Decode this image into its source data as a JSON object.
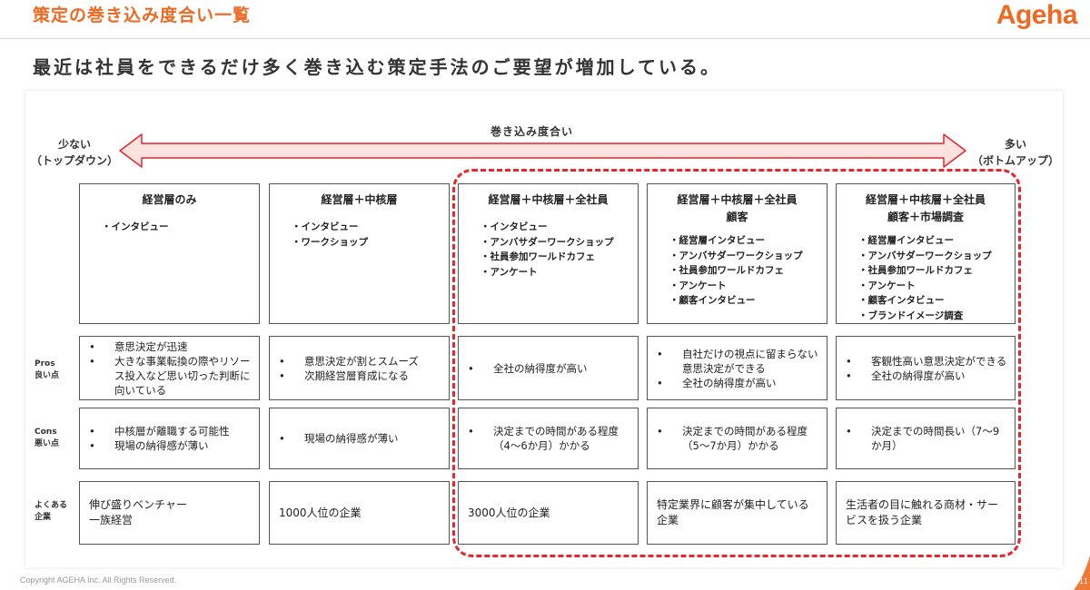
{
  "header": {
    "title": "策定の巻き込み度合い一覧",
    "logo": "Ageha"
  },
  "subtitle": "最近は社員をできるだけ多く巻き込む策定手法のご要望が増加している。",
  "scale": {
    "label": "巻き込み度合い",
    "left_line1": "少ない",
    "left_line2": "（トップダウン）",
    "right_line1": "多い",
    "right_line2": "（ボトムアップ）",
    "arrow_color": "#e8252a",
    "arrow_fill": "#fde3df"
  },
  "row_labels": {
    "pros_1": "Pros",
    "pros_2": "良い点",
    "cons_1": "Cons",
    "cons_2": "悪い点",
    "typical_1": "よくある",
    "typical_2": "企業"
  },
  "columns": [
    {
      "title_1": "経営層のみ",
      "title_2": "",
      "items": [
        "インタビュー"
      ],
      "pros": [
        "意思決定が迅速",
        "大きな事業転換の際やリソース投入など思い切った判断に向いている"
      ],
      "cons": [
        "中核層が離職する可能性",
        "現場の納得感が薄い"
      ],
      "typical": "伸び盛りベンチャー\n一族経営"
    },
    {
      "title_1": "経営層＋中核層",
      "title_2": "",
      "items": [
        "インタビュー",
        "ワークショップ"
      ],
      "pros": [
        "意思決定が割とスムーズ",
        "次期経営層育成になる"
      ],
      "cons": [
        "現場の納得感が薄い"
      ],
      "typical": "1000人位の企業"
    },
    {
      "title_1": "経営層＋中核層＋全社員",
      "title_2": "",
      "items": [
        "インタビュー",
        "アンバサダーワークショップ",
        "社員参加ワールドカフェ",
        "アンケート"
      ],
      "pros": [
        "全社の納得度が高い"
      ],
      "cons": [
        "決定までの時間がある程度（4～6か月）かかる"
      ],
      "typical": "3000人位の企業"
    },
    {
      "title_1": "経営層＋中核層＋全社員",
      "title_2": "顧客",
      "items": [
        "経営層インタビュー",
        "アンバサダーワークショップ",
        "社員参加ワールドカフェ",
        "アンケート",
        "顧客インタビュー"
      ],
      "pros": [
        "自社だけの視点に留まらない意思決定ができる",
        "全社の納得度が高い"
      ],
      "cons": [
        "決定までの時間がある程度（5～7か月）かかる"
      ],
      "typical": "特定業界に顧客が集中している企業"
    },
    {
      "title_1": "経営層＋中核層＋全社員",
      "title_2": "顧客＋市場調査",
      "items": [
        "経営層インタビュー",
        "アンバサダーワークショップ",
        "社員参加ワールドカフェ",
        "アンケート",
        "顧客インタビュー",
        "ブランドイメージ調査"
      ],
      "pros": [
        "客観性高い意思決定ができる",
        "全社の納得度が高い"
      ],
      "cons": [
        "決定までの時間長い（7～9か月）"
      ],
      "typical": "生活者の目に触れる商材・サービスを扱う企業"
    }
  ],
  "highlight_color": "#e8252a",
  "accent_color": "#ee6a22",
  "footer": {
    "copyright": "Copyright AGEHA Inc. All Rights Reserved.",
    "page_number": "11"
  }
}
